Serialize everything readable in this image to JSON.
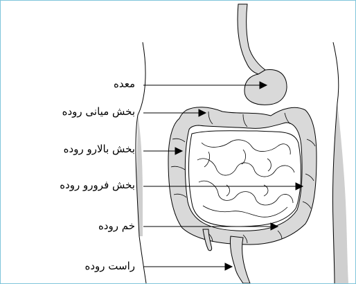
{
  "labels": {
    "stomach": "معده",
    "transverse_colon": "بخش میانی روده",
    "ascending_colon": "بخش بالارو روده",
    "descending_colon": "بخش فرورو روده",
    "sigmoid_colon": "خم روده",
    "rectum": "راست روده"
  },
  "colors": {
    "frame_border": "#7ec4da",
    "organ_fill": "#d9d9d9",
    "body_shade": "#cfcfcf",
    "line": "#000000"
  }
}
